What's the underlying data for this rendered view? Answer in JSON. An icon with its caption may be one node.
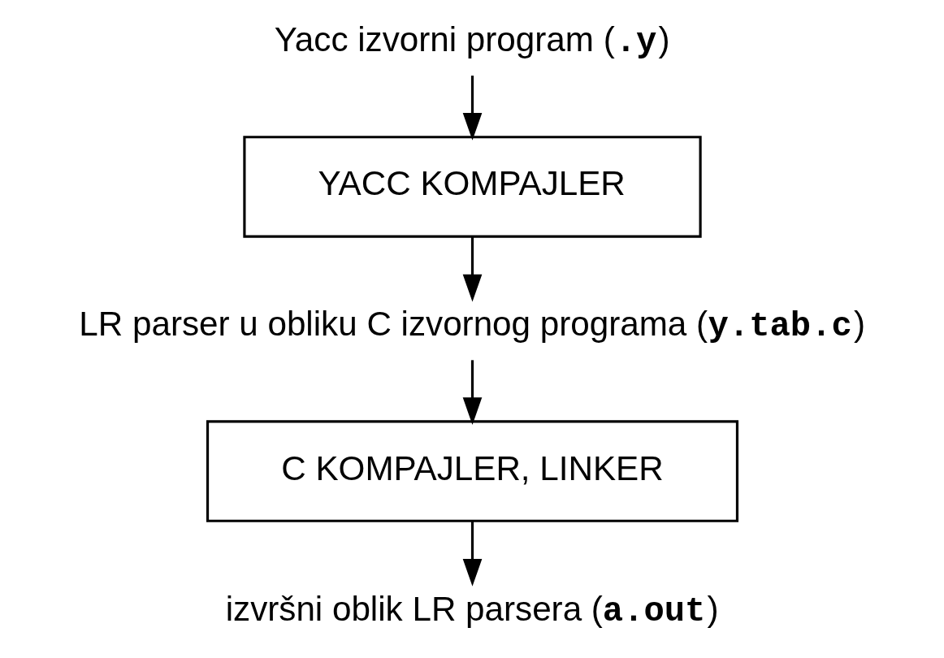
{
  "diagram": {
    "nodes": [
      {
        "text": [
          "Yacc izvorni program (**.y**)"
        ]
      },
      {
        "text": [
          "YACC KOMPAJLER"
        ]
      },
      {
        "text": [
          "LR parser u obliku C izvornog programa (**y.tab.c**)"
        ]
      },
      {
        "text": [
          "C KOMPAJLER, LINKER"
        ]
      },
      {
        "text": [
          "izvršni oblik LR parsera (**a.out**)"
        ]
      }
    ],
    "edges": [
      {
        "from": 0,
        "to": 1,
        "arrow": "to"
      },
      {
        "from": 1,
        "to": 2,
        "arrow": "to"
      },
      {
        "from": 2,
        "to": 3,
        "arrow": "to"
      },
      {
        "from": 3,
        "to": 4,
        "arrow": "to"
      }
    ]
  }
}
